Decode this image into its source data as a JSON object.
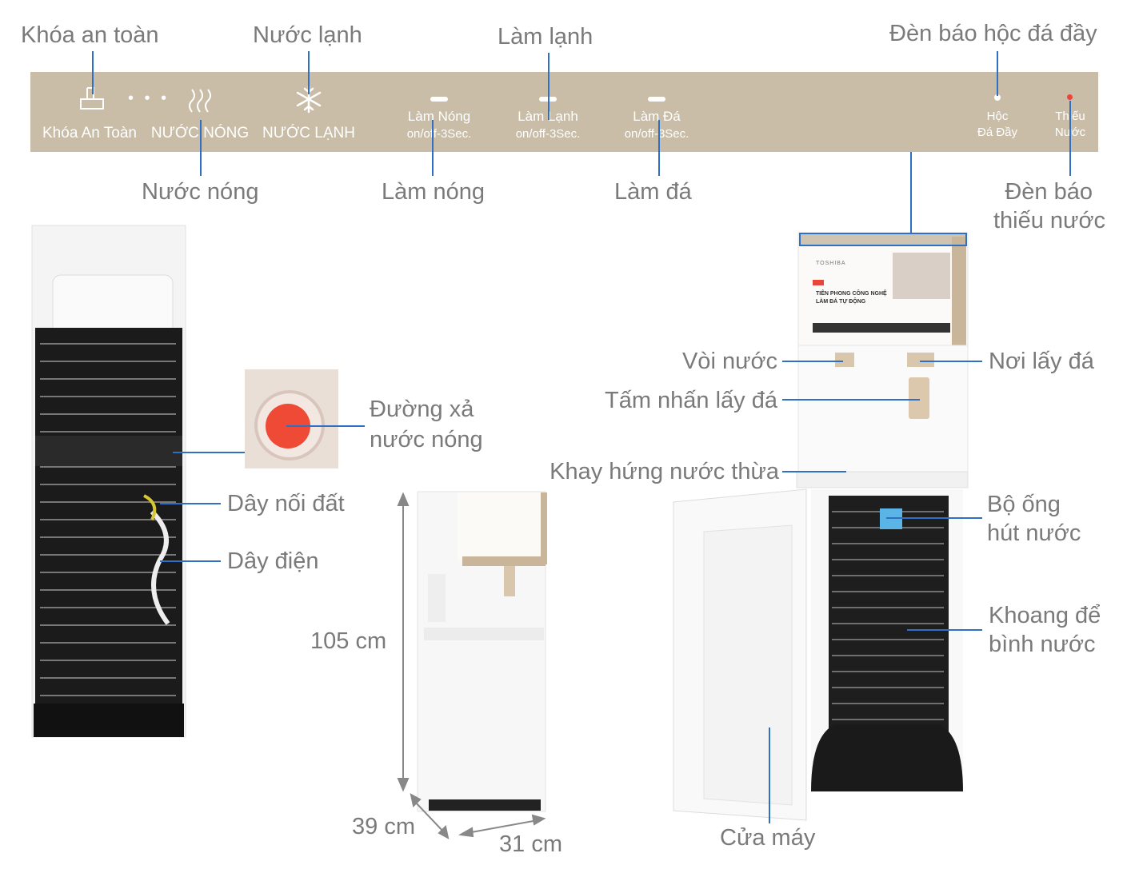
{
  "top_callouts": {
    "khoa_an_toan": "Khóa an toàn",
    "nuoc_lanh": "Nước lạnh",
    "lam_lanh": "Làm lạnh",
    "den_bao_hoc_da_day": "Đèn báo hộc đá đầy",
    "nuoc_nong": "Nước nóng",
    "lam_nong": "Làm nóng",
    "lam_da": "Làm đá",
    "den_bao_thieu_nuoc": [
      "Đèn báo",
      "thiếu nước"
    ]
  },
  "panel": {
    "khoa_an_toan": "Khóa An Toàn",
    "dots": "• • •",
    "nuoc_nong": "NƯỚC NÓNG",
    "nuoc_lanh": "NƯỚC LẠNH",
    "lam_nong": "Làm Nóng",
    "lam_lanh": "Làm Lạnh",
    "lam_da": "Làm Đá",
    "onoff": "on/off-3Sec.",
    "hoc_da_day": [
      "Hộc",
      "Đá Đầy"
    ],
    "thieu_nuoc": [
      "Thiếu",
      "Nước"
    ]
  },
  "back_callouts": {
    "duong_xa": [
      "Đường xả",
      "nước nóng"
    ],
    "day_noi_dat": "Dây nối đất",
    "day_dien": "Dây điện"
  },
  "front_callouts": {
    "voi_nuoc": "Vòi nước",
    "noi_lay_da": "Nơi lấy đá",
    "tam_nhan": "Tấm nhấn lấy đá",
    "khay_hung": "Khay hứng nước thừa",
    "bo_ong": [
      "Bộ ống",
      "hút nước"
    ],
    "khoang": [
      "Khoang để",
      "bình nước"
    ],
    "cua_may": "Cửa máy"
  },
  "dimensions": {
    "height": "105 cm",
    "depth": "39 cm",
    "width": "31 cm"
  },
  "product_screen": {
    "brand": "TOSHIBA",
    "headline": [
      "TIÊN PHONG CÔNG NGHỆ",
      "LÀM ĐÁ TỰ ĐỘNG"
    ]
  },
  "colors": {
    "panel": "#c9bda8",
    "callout_line": "#2f6fc4",
    "label_text": "#7a7a7a",
    "red_indicator": "#e8453c"
  }
}
